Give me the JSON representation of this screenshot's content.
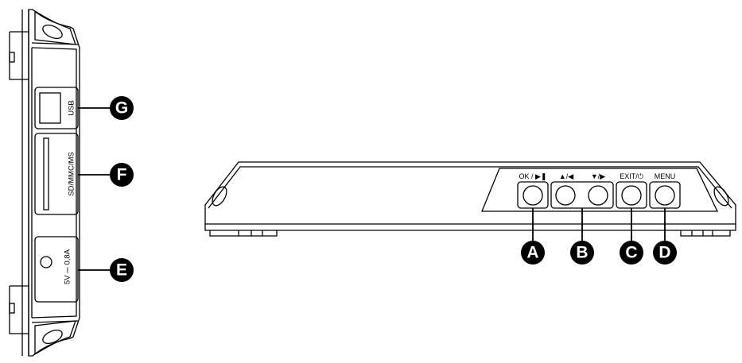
{
  "side_view": {
    "ports": [
      {
        "id": "usb",
        "label": "USB"
      },
      {
        "id": "card",
        "label": "SD/MMC/MS"
      },
      {
        "id": "power",
        "label": "5V ⎓ 0,8A"
      }
    ],
    "callouts": [
      {
        "letter": "G",
        "target": "usb"
      },
      {
        "letter": "F",
        "target": "card"
      },
      {
        "letter": "E",
        "target": "power"
      }
    ]
  },
  "front_view": {
    "buttons": [
      {
        "id": "ok",
        "label": "OK / ▶❚"
      },
      {
        "id": "up",
        "label": "▲/◀"
      },
      {
        "id": "down",
        "label": "▼/▶"
      },
      {
        "id": "exit",
        "label": "EXIT/⏻"
      },
      {
        "id": "menu",
        "label": "MENU"
      }
    ],
    "callouts": [
      {
        "letter": "A",
        "target": "ok"
      },
      {
        "letter": "B",
        "target": "up-down"
      },
      {
        "letter": "C",
        "target": "exit"
      },
      {
        "letter": "D",
        "target": "menu"
      }
    ]
  },
  "colors": {
    "line": "#000000",
    "background": "#ffffff",
    "callout_fill": "#000000"
  }
}
